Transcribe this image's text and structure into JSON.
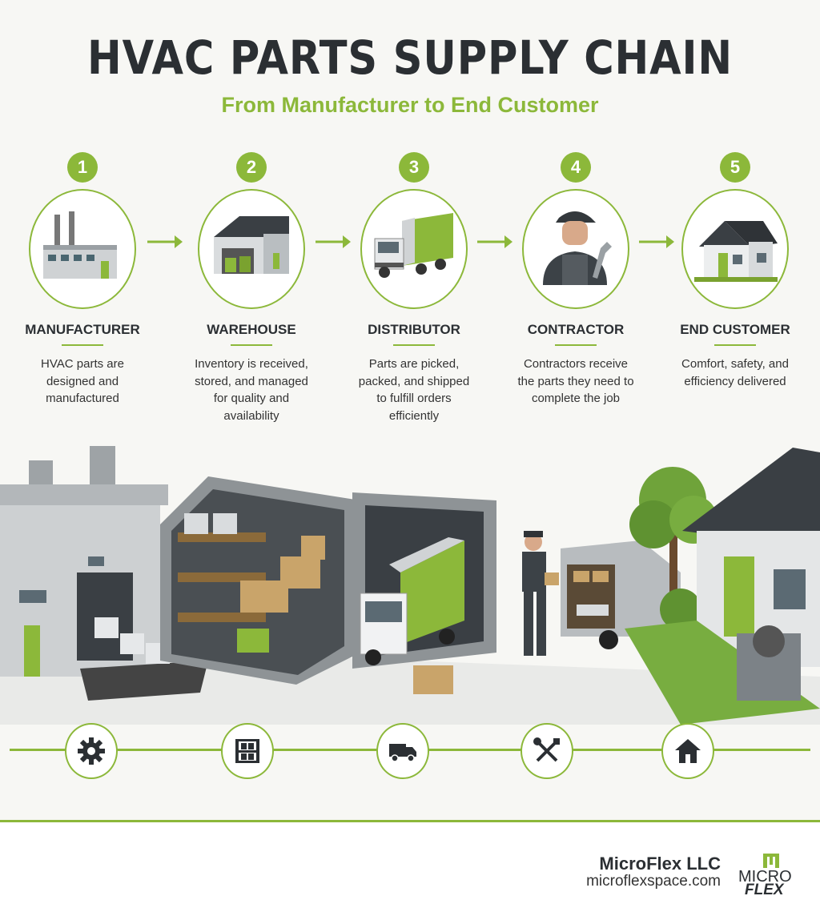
{
  "header": {
    "title": "HVAC PARTS SUPPLY CHAIN",
    "subtitle": "From Manufacturer to End Customer"
  },
  "steps": [
    {
      "number": "1",
      "title": "MANUFACTURER",
      "description": "HVAC parts are designed and manufactured",
      "icon": "factory-icon"
    },
    {
      "number": "2",
      "title": "WAREHOUSE",
      "description": "Inventory is received, stored, and managed for quality and availability",
      "icon": "warehouse-icon"
    },
    {
      "number": "3",
      "title": "DISTRIBUTOR",
      "description": "Parts are picked, packed, and shipped to fulfill orders efficiently",
      "icon": "truck-icon"
    },
    {
      "number": "4",
      "title": "CONTRACTOR",
      "description": "Contractors receive the parts they need to complete the job",
      "icon": "technician-icon"
    },
    {
      "number": "5",
      "title": "END CUSTOMER",
      "description": "Comfort, safety, and efficiency delivered",
      "icon": "house-icon"
    }
  ],
  "timeline_icons": [
    "gear-icon",
    "shelving-icon",
    "truck-icon",
    "tools-icon",
    "home-icon"
  ],
  "footer": {
    "company": "MicroFlex LLC",
    "url": "microflexspace.com",
    "logo_top": "MICRO",
    "logo_bottom": "FLEX"
  },
  "colors": {
    "accent": "#8cb83a",
    "text": "#2b2f33",
    "background": "#f7f7f4"
  }
}
